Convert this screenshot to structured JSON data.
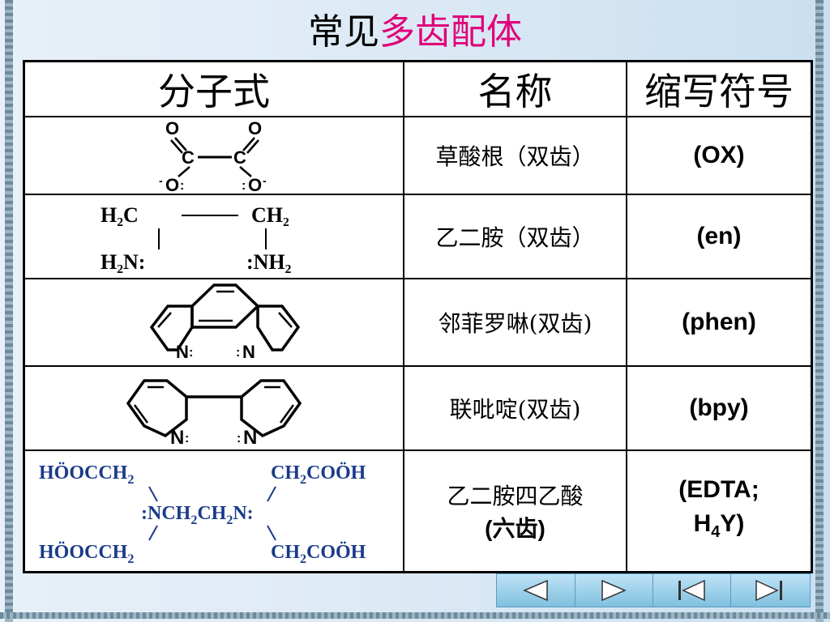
{
  "title": {
    "part1": "常见",
    "part2": "多齿配体"
  },
  "colors": {
    "accent": "#e0007a",
    "nav": "#7fc0e0"
  },
  "table": {
    "headers": [
      "分子式",
      "名称",
      "缩写符号"
    ],
    "rows": [
      {
        "name": "草酸根（双齿）",
        "abbr": "(OX)",
        "structure_label": "oxalate"
      },
      {
        "name": "乙二胺（双齿）",
        "abbr": "(en)",
        "structure_label": "ethylenediamine"
      },
      {
        "name": "邻菲罗啉(双齿)",
        "abbr": "(phen)",
        "structure_label": "phenanthroline"
      },
      {
        "name": "联吡啶(双齿)",
        "abbr": "(bpy)",
        "structure_label": "bipyridine"
      },
      {
        "name_line1": "乙二胺四乙酸",
        "name_line2": "(六齿)",
        "abbr_line1": "(EDTA;",
        "abbr_line2_pre": "H",
        "abbr_line2_sub": "4",
        "abbr_line2_post": "Y)",
        "structure_label": "EDTA"
      }
    ]
  },
  "structures": {
    "ox": {
      "o": "O",
      "c": "C",
      "om": "O",
      "minus": "-",
      "colon": ":"
    },
    "en": {
      "h2c": "H₂C",
      "ch2": "CH₂",
      "h2n": "H₂N:",
      "nh2": ":NH₂"
    },
    "phen": {
      "n1": "N",
      "n2": "N",
      "colon": ":"
    },
    "bpy": {
      "n1": "N",
      "n2": "N",
      "colon": ":"
    },
    "edta": {
      "tl_pre": "HÖOCCH",
      "tr_pre": "CH",
      "tr_post": "COÖH",
      "mid_pre": ":NCH",
      "mid_mid": "CH",
      "mid_post": "N:",
      "bl_pre": "HÖOCCH",
      "br_pre": "CH",
      "br_post": "COÖH",
      "sub": "2"
    }
  },
  "nav": {
    "buttons": [
      "previous-icon",
      "next-icon",
      "first-icon",
      "last-icon"
    ]
  }
}
